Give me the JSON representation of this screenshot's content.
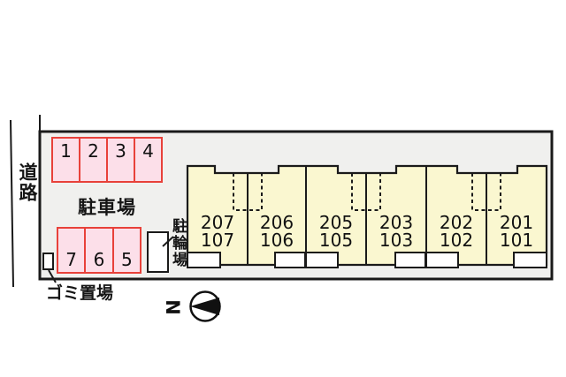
{
  "labels": {
    "road": "道路",
    "parking_lot": "駐車場",
    "bicycle_parking": "駐輪場",
    "garbage_area": "ゴミ置場",
    "compass_north": "N"
  },
  "parking": {
    "top_row_stalls": [
      "1",
      "2",
      "3",
      "4"
    ],
    "bottom_row_stalls": [
      "7",
      "6",
      "5"
    ]
  },
  "building": {
    "units": [
      {
        "upper": "207",
        "lower": "107"
      },
      {
        "upper": "206",
        "lower": "106"
      },
      {
        "upper": "205",
        "lower": "105"
      },
      {
        "upper": "203",
        "lower": "103"
      },
      {
        "upper": "202",
        "lower": "102"
      },
      {
        "upper": "201",
        "lower": "101"
      }
    ]
  },
  "colors": {
    "site_fill": "#f0f0ee",
    "building_fill": "#faf7d0",
    "stall_fill": "#fcdfe9",
    "stall_border": "#e8413a",
    "line": "#1a1a1a"
  }
}
